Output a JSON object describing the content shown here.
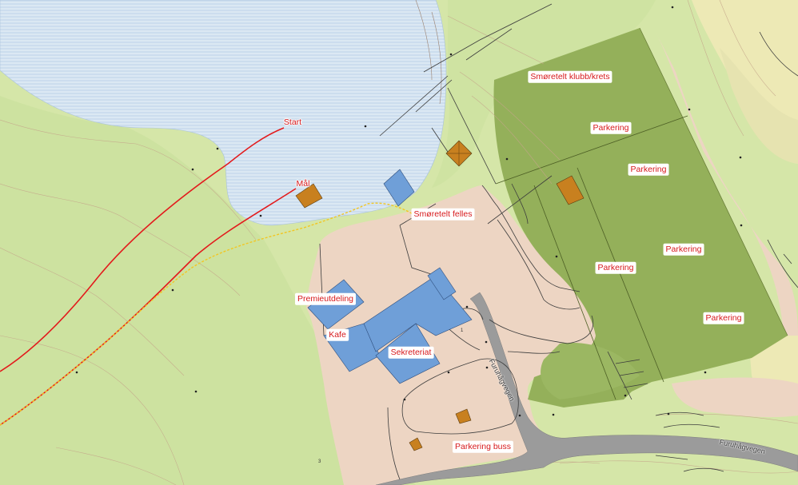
{
  "map": {
    "colors": {
      "background": "#ffffff",
      "grass": "#d5e6a8",
      "open_field": "#c6dc94",
      "forest": "#bdd690",
      "field_yellow": "#ede9b5",
      "water": "#dbe8f3",
      "water_lines": "#bcd2e8",
      "sand": "#edd5c3",
      "sports_field": "#94b05a",
      "road": "#9b9b9b",
      "building_blue": "#6f9fd8",
      "building_brown": "#c8801f",
      "track_red": "#e31a1c",
      "track_yellow": "#f2c623",
      "contour": "#c4a58a",
      "outline": "#3c3c3c"
    },
    "labels": {
      "start": "Start",
      "finish": "Mål",
      "wax_tent_shared": "Smøretelt felles",
      "wax_tent_club": "Smøretelt klubb/krets",
      "awards": "Premieutdeling",
      "cafe": "Kafe",
      "secretariat": "Sekreteriat",
      "bus_parking": "Parkering buss",
      "parking": "Parkering"
    },
    "roads": {
      "road_name": "Furuhågvegen"
    },
    "numbers": [
      "1",
      "3"
    ]
  }
}
